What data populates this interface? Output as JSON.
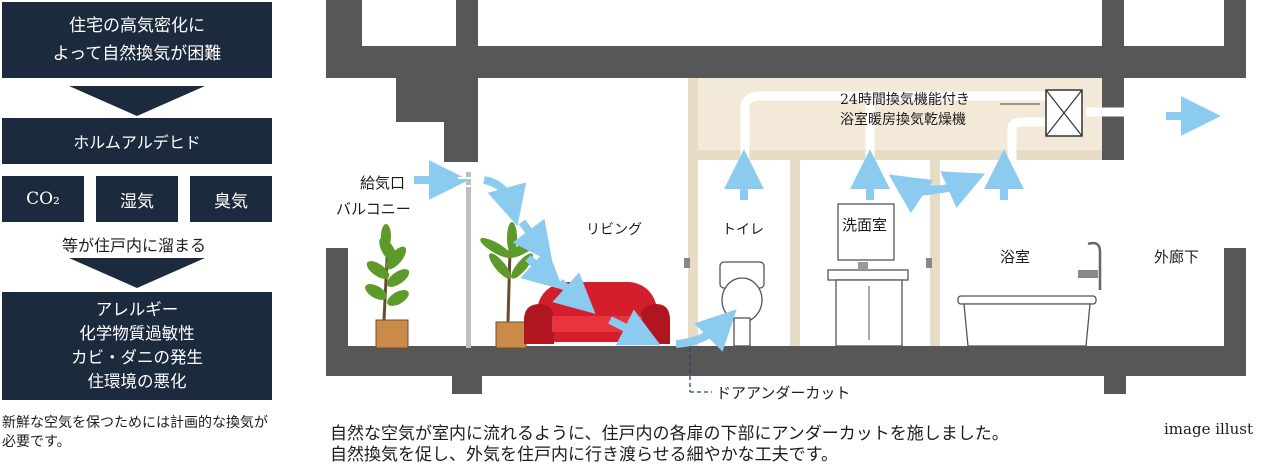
{
  "left_panel": {
    "box1": [
      "住宅の高気密化に",
      "よって自然換気が困難"
    ],
    "box2": "ホルムアルデヒド",
    "small_boxes": [
      "CO₂",
      "湿気",
      "臭気"
    ],
    "accumulate": "等が住戸内に溜まる",
    "box4": [
      "アレルギー",
      "化学物質過敏性",
      "カビ・ダニの発生",
      "住環境の悪化"
    ],
    "note": "新鮮な空気を保つためには計画的な換気が必要です。"
  },
  "diagram": {
    "labels": {
      "supply": "給気口",
      "balcony": "バルコニー",
      "living": "リビング",
      "toilet": "トイレ",
      "washroom": "洗面室",
      "bath": "浴室",
      "corridor": "外廊下",
      "fan_line1": "24時間換気機能付き",
      "fan_line2": "浴室暖房換気乾燥機",
      "undercut": "ドアアンダーカット"
    }
  },
  "caption": {
    "line1": "自然な空気が室内に流れるように、住戸内の各扉の下部にアンダーカットを施しました。",
    "line2": "自然換気を促し、外気を住戸内に行き渡らせる細やかな工夫です。"
  },
  "credit": "image illust",
  "colors": {
    "box": "#1c2a3e",
    "structure": "#575757",
    "ceiling": "#f3e9d8",
    "air_arrow": "#8ccbf0",
    "sofa": "#d41e2b",
    "plant": "#5c9a2a"
  }
}
